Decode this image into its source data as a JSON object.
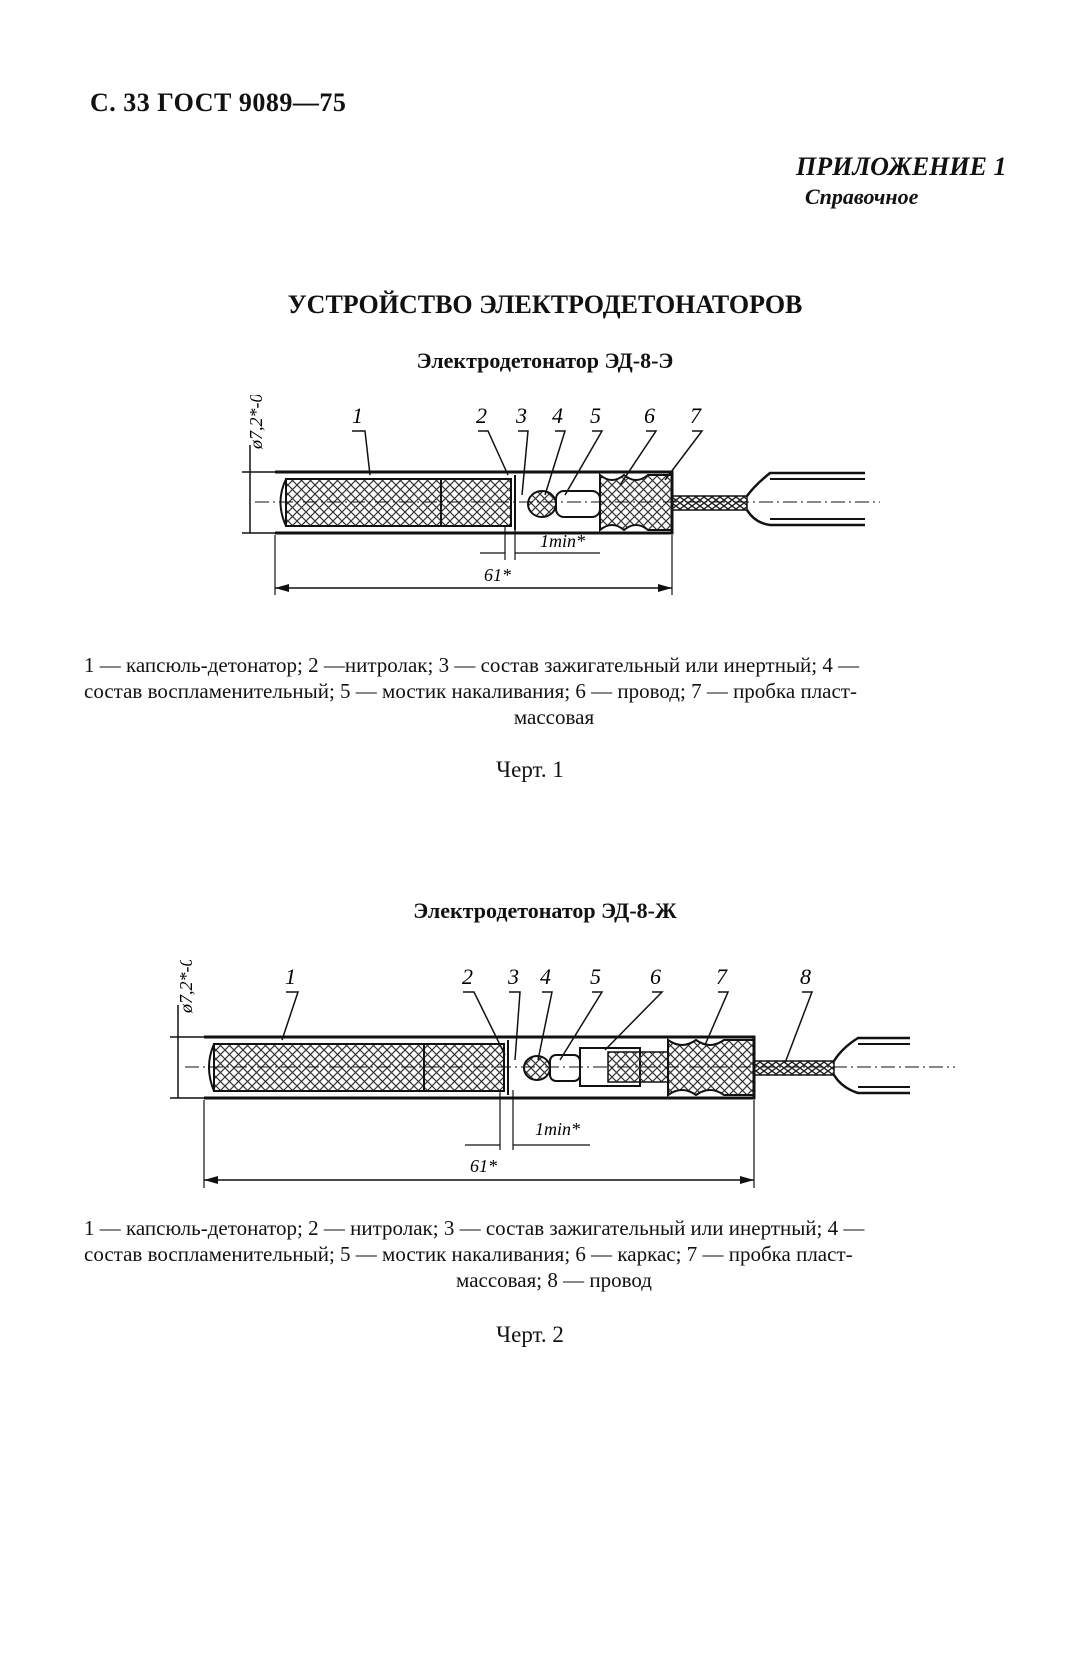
{
  "header": {
    "page_ref": "С. 33 ГОСТ 9089—75"
  },
  "appendix": {
    "title": "ПРИЛОЖЕНИЕ 1",
    "subtitle": "Справочное"
  },
  "main_title": "УСТРОЙСТВО ЭЛЕКТРОДЕТОНАТОРОВ",
  "figure1": {
    "title": "Электродетонатор ЭД-8-Э",
    "callouts": [
      "1",
      "2",
      "3",
      "4",
      "5",
      "6",
      "7"
    ],
    "dimensions": {
      "diameter": "ø7,2*-0,2",
      "min_gap": "1min*",
      "length": "61*"
    },
    "legend": {
      "line1": "1 — капсюль-детонатор; 2 —нитролак; 3 — состав зажигательный или инертный; 4 —",
      "line2": "состав воспламенительный; 5 — мостик накаливания; 6 — провод; 7 — пробка пласт-",
      "line3": "массовая"
    },
    "caption": "Черт. 1"
  },
  "figure2": {
    "title": "Электродетонатор ЭД-8-Ж",
    "callouts": [
      "1",
      "2",
      "3",
      "4",
      "5",
      "6",
      "7",
      "8"
    ],
    "dimensions": {
      "diameter": "ø7,2*-0,2",
      "min_gap": "1min*",
      "length": "61*"
    },
    "legend": {
      "line1": "1 — капсюль-детонатор; 2 — нитролак; 3 — состав зажигательный или инертный; 4 —",
      "line2": "состав воспламенительный; 5 — мостик накаливания; 6 — каркас; 7 — пробка пласт-",
      "line3": "массовая; 8 — провод"
    },
    "caption": "Черт. 2"
  }
}
